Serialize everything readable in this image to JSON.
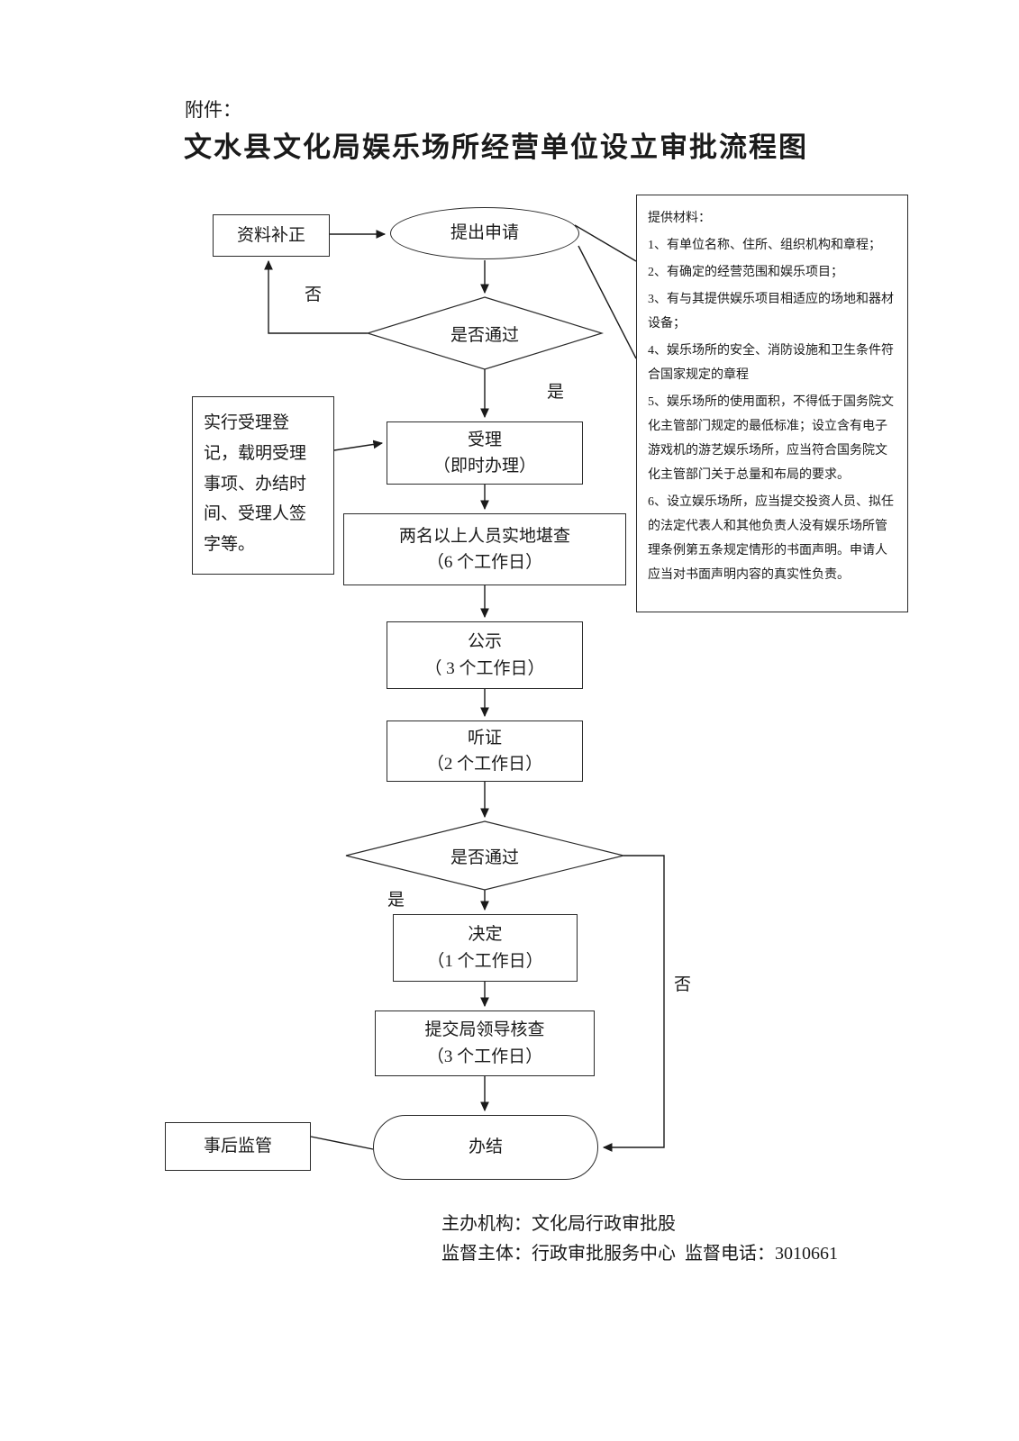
{
  "colors": {
    "ink": "#1a1a1a",
    "background": "#ffffff"
  },
  "header": {
    "attachment_label": "附件：",
    "title": "文水县文化局娱乐场所经营单位设立审批流程图"
  },
  "flow": {
    "correction": "资料补正",
    "apply": "提出申请",
    "decision1": "是否通过",
    "decision1_no": "否",
    "decision1_yes": "是",
    "accept_line1": "受理",
    "accept_line2": "（即时办理）",
    "note": "实行受理登记，载明受理事项、办结时间、受理人签字等。",
    "survey_line1": "两名以上人员实地堪查",
    "survey_line2": "（6 个工作日）",
    "publicity_line1": "公示",
    "publicity_line2": "（ 3 个工作日）",
    "hearing_line1": "听证",
    "hearing_line2": "（2 个工作日）",
    "decision2": "是否通过",
    "decision2_yes": "是",
    "decision2_no": "否",
    "decide_line1": "决定",
    "decide_line2": "（1 个工作日）",
    "submit_line1": "提交局领导核查",
    "submit_line2": "（3 个工作日）",
    "finish": "办结",
    "supervision": "事后监管"
  },
  "materials": {
    "heading": "提供材料：",
    "items": [
      "1、有单位名称、住所、组织机构和章程；",
      "2、有确定的经营范围和娱乐项目；",
      "3、有与其提供娱乐项目相适应的场地和器材设备；",
      "4、娱乐场所的安全、消防设施和卫生条件符合国家规定的章程",
      "5、娱乐场所的使用面积，不得低于国务院文化主管部门规定的最低标准；设立含有电子游戏机的游艺娱乐场所，应当符合国务院文化主管部门关于总量和布局的要求。",
      "6、设立娱乐场所，应当提交投资人员、拟任的法定代表人和其他负责人没有娱乐场所管理条例第五条规定情形的书面声明。申请人应当对书面声明内容的真实性负责。"
    ]
  },
  "footer": {
    "organizer": "主办机构：文化局行政审批股",
    "supervisor": "监督主体：行政审批服务中心  监督电话：3010661"
  }
}
